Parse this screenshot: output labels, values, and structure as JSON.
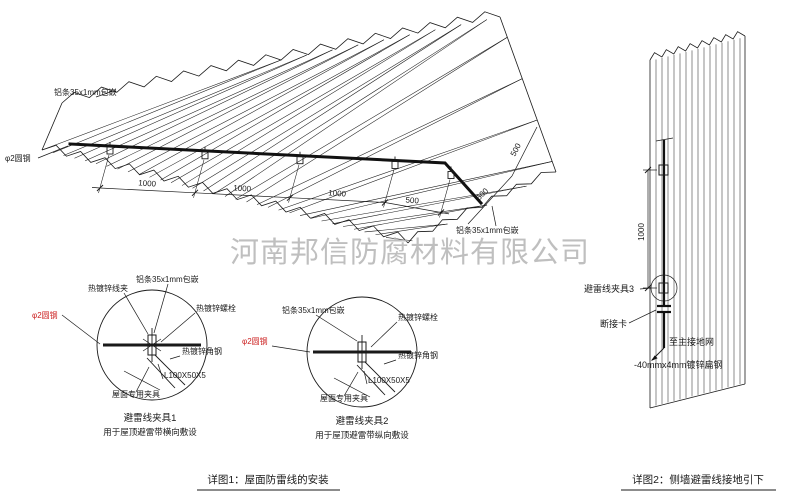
{
  "watermark": "河南邦信防腐材料有限公司",
  "roof": {
    "label_al_top": "铝条35x1mm包嵌",
    "label_al_right": "铝条35x1mm包嵌",
    "label_steel": "φ2圆钢",
    "dims_chain": [
      "1000",
      "1000",
      "1000",
      "500"
    ],
    "dims_right": [
      "500",
      "500"
    ]
  },
  "detail1": {
    "title": "避雷线夹具1",
    "subtitle": "用于屋顶避雷带横向敷设",
    "labels": {
      "wire_clip": "热镀锌线夹",
      "al_strip": "铝条35x1mm包嵌",
      "bolt": "热镀锌螺栓",
      "round_steel": "φ2圆钢",
      "angle_steel": "热镀锌角钢",
      "angle_size": "L100X50X5",
      "roof_clamp": "屋面专用夹具"
    }
  },
  "detail2": {
    "title": "避雷线夹具2",
    "subtitle": "用于屋顶避雷带纵向敷设",
    "labels": {
      "al_strip": "铝条35x1mm包嵌",
      "bolt": "热镀锌螺栓",
      "round_steel": "φ2圆钢",
      "angle_steel": "热镀锌角钢",
      "angle_size": "L100X50X5",
      "roof_clamp": "屋面专用夹具"
    }
  },
  "wall": {
    "clamp3": "避雷线夹具3",
    "disconnect": "断接卡",
    "to_ground": "至主接地网",
    "flat_steel": "-40mmx4mm镀锌扁钢",
    "dim": "1000"
  },
  "captions": {
    "detail1": "详图1：屋面防雷线的安装",
    "detail2": "详图2：侧墙避雷线接地引下"
  }
}
